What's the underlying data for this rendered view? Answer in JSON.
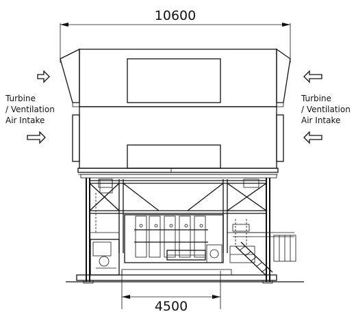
{
  "dimensions": {
    "top_width": "10600",
    "bottom_width": "4500"
  },
  "labels": {
    "left": [
      "Turbine",
      "/ Ventilation",
      "Air Intake"
    ],
    "right": [
      "Turbine",
      "/ Ventilation",
      "Air Intake"
    ]
  },
  "icons": {
    "arrow_left_side": "outline-arrow-right-icon",
    "arrow_right_side": "outline-arrow-left-icon"
  },
  "colors": {
    "line": "#111111",
    "background": "#ffffff"
  }
}
